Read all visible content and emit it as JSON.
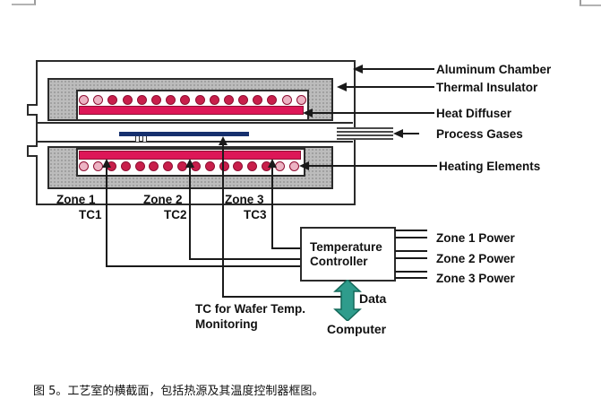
{
  "legend": {
    "items": [
      {
        "label": "Aluminum Chamber"
      },
      {
        "label": "Thermal Insulator"
      },
      {
        "label": "Heat Diffuser"
      },
      {
        "label": "Process Gases"
      },
      {
        "label": "Heating Elements"
      }
    ]
  },
  "zones": {
    "items": [
      {
        "name": "Zone 1",
        "tc": "TC1"
      },
      {
        "name": "Zone 2",
        "tc": "TC2"
      },
      {
        "name": "Zone 3",
        "tc": "TC3"
      }
    ]
  },
  "controller": {
    "line1": "Temperature",
    "line2": "Controller"
  },
  "power": {
    "items": [
      {
        "label": "Zone 1 Power"
      },
      {
        "label": "Zone 2 Power"
      },
      {
        "label": "Zone 3 Power"
      }
    ]
  },
  "wafer_tc": {
    "line1": "TC for Wafer Temp.",
    "line2": "Monitoring"
  },
  "data_flow": {
    "data_label": "Data",
    "computer_label": "Computer"
  },
  "heating_elements": {
    "per_row": 16,
    "light_ends": 2,
    "element_color": "#c81f4b",
    "end_color": "#ecb3c3",
    "diffuser_color": "#dd1758"
  },
  "colors": {
    "insulator": "#bcbcbc",
    "wafer": "#16306e",
    "data_arrow": "#2f9c8c",
    "line": "#1a1a1a"
  },
  "caption": "图 5。工艺室的横截面，包括热源及其温度控制器框图。"
}
